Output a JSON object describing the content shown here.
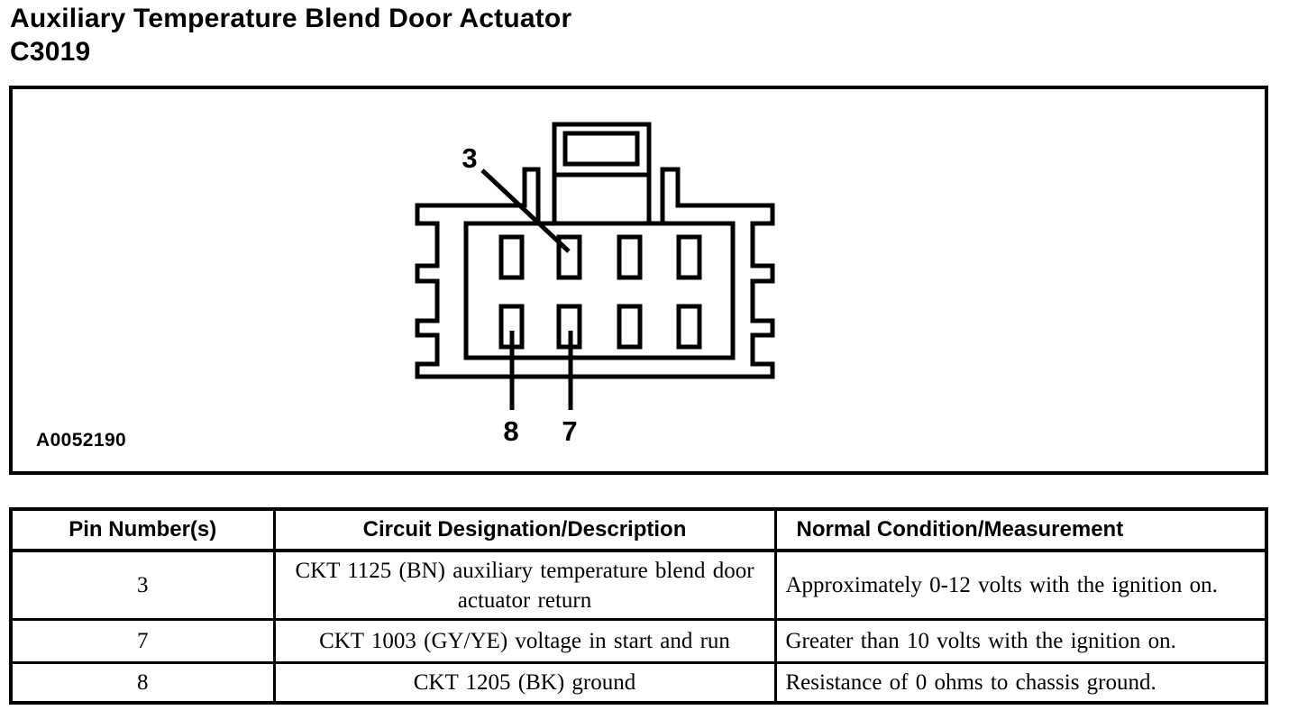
{
  "title": {
    "line1": "Auxiliary Temperature Blend Door Actuator",
    "line2": "C3019"
  },
  "figure": {
    "image_code": "A0052190",
    "connector_description": "8-cavity auxiliary temperature blend door actuator connector, face view",
    "callouts": [
      {
        "label": "3"
      },
      {
        "label": "8"
      },
      {
        "label": "7"
      }
    ]
  },
  "table": {
    "headers": [
      "Pin Number(s)",
      "Circuit Designation/Description",
      "Normal Condition/Measurement"
    ],
    "rows": [
      [
        "3",
        "CKT 1125 (BN) auxiliary temperature blend door actuator return",
        "Approximately 0-12 volts with the ignition on."
      ],
      [
        "7",
        "CKT 1003 (GY/YE) voltage in start and run",
        "Greater than 10 volts with the ignition on."
      ],
      [
        "8",
        "CKT 1205 (BK) ground",
        "Resistance of 0 ohms to chassis ground."
      ]
    ]
  },
  "colors": {
    "ink": "#000000",
    "paper": "#ffffff"
  }
}
